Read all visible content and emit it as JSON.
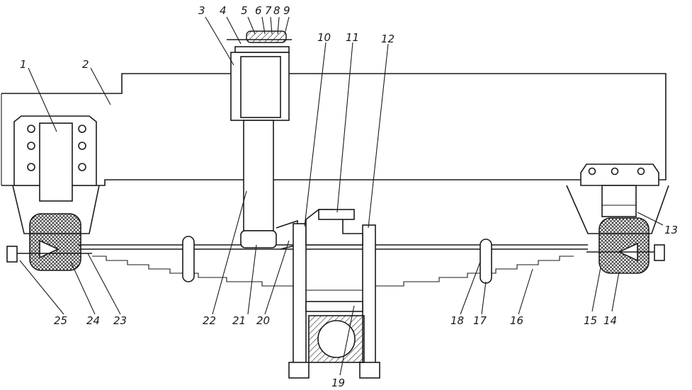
{
  "figure": {
    "callouts": [
      {
        "id": "c1",
        "label": "1"
      },
      {
        "id": "c2",
        "label": "2"
      },
      {
        "id": "c3",
        "label": "3"
      },
      {
        "id": "c4",
        "label": "4"
      },
      {
        "id": "c5",
        "label": "5"
      },
      {
        "id": "c6",
        "label": "6"
      },
      {
        "id": "c7",
        "label": "7"
      },
      {
        "id": "c8",
        "label": "8"
      },
      {
        "id": "c9",
        "label": "9"
      },
      {
        "id": "c10",
        "label": "10"
      },
      {
        "id": "c11",
        "label": "11"
      },
      {
        "id": "c12",
        "label": "12"
      },
      {
        "id": "c13",
        "label": "13"
      },
      {
        "id": "c14",
        "label": "14"
      },
      {
        "id": "c15",
        "label": "15"
      },
      {
        "id": "c16",
        "label": "16"
      },
      {
        "id": "c17",
        "label": "17"
      },
      {
        "id": "c18",
        "label": "18"
      },
      {
        "id": "c19",
        "label": "19"
      },
      {
        "id": "c20",
        "label": "20"
      },
      {
        "id": "c21",
        "label": "21"
      },
      {
        "id": "c22",
        "label": "22"
      },
      {
        "id": "c23",
        "label": "23"
      },
      {
        "id": "c24",
        "label": "24"
      },
      {
        "id": "c25",
        "label": "25"
      }
    ]
  }
}
